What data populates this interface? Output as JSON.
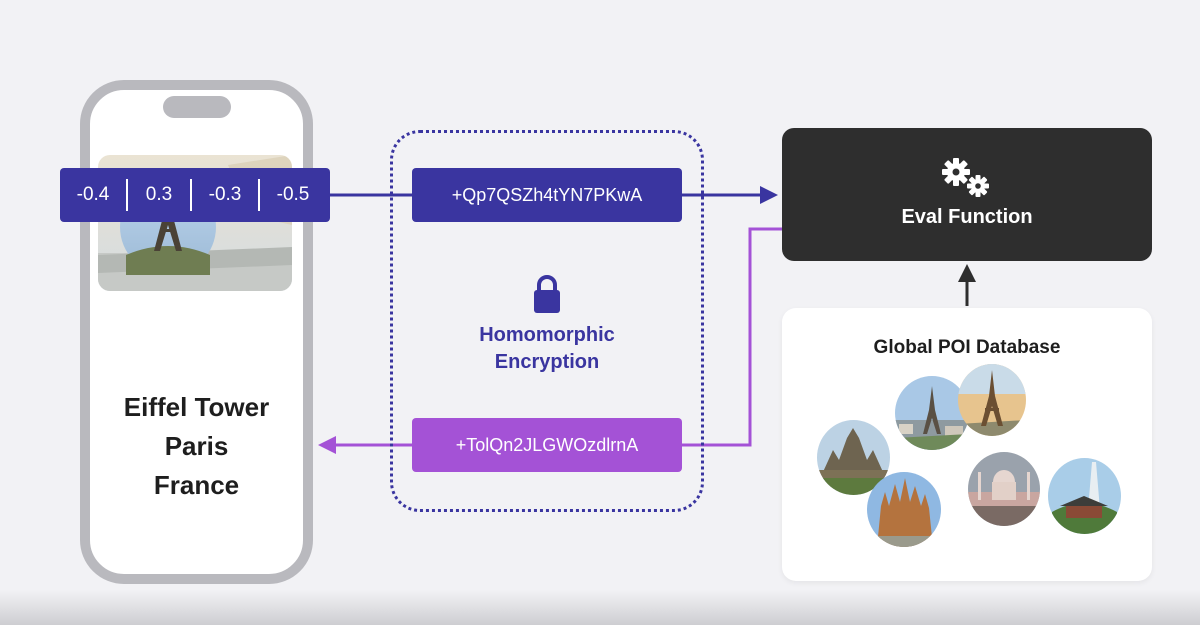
{
  "vector": [
    "-0.4",
    "0.3",
    "-0.3",
    "-0.5"
  ],
  "ciphertexts": {
    "query": "+Qp7QSZh4tYN7PKwA",
    "response": "+TolQn2JLGWOzdlrnA"
  },
  "encryption": {
    "line1": "Homomorphic",
    "line2": "Encryption",
    "icon": "lock-icon"
  },
  "eval": {
    "label": "Eval Function",
    "icon": "gears-icon"
  },
  "database": {
    "title": "Global POI Database",
    "images": [
      "eiffel-tower-paris",
      "eiffel-tower",
      "angkor-wat",
      "sagrada-familia",
      "taj-mahal",
      "lotte-tower-pagoda"
    ]
  },
  "result": {
    "line1": "Eiffel Tower",
    "line2": "Paris",
    "line3": "France"
  },
  "colors": {
    "query": "#3a35a0",
    "response": "#a452d6",
    "eval_box": "#2e2e2e",
    "phone_frame": "#b9b9be"
  }
}
